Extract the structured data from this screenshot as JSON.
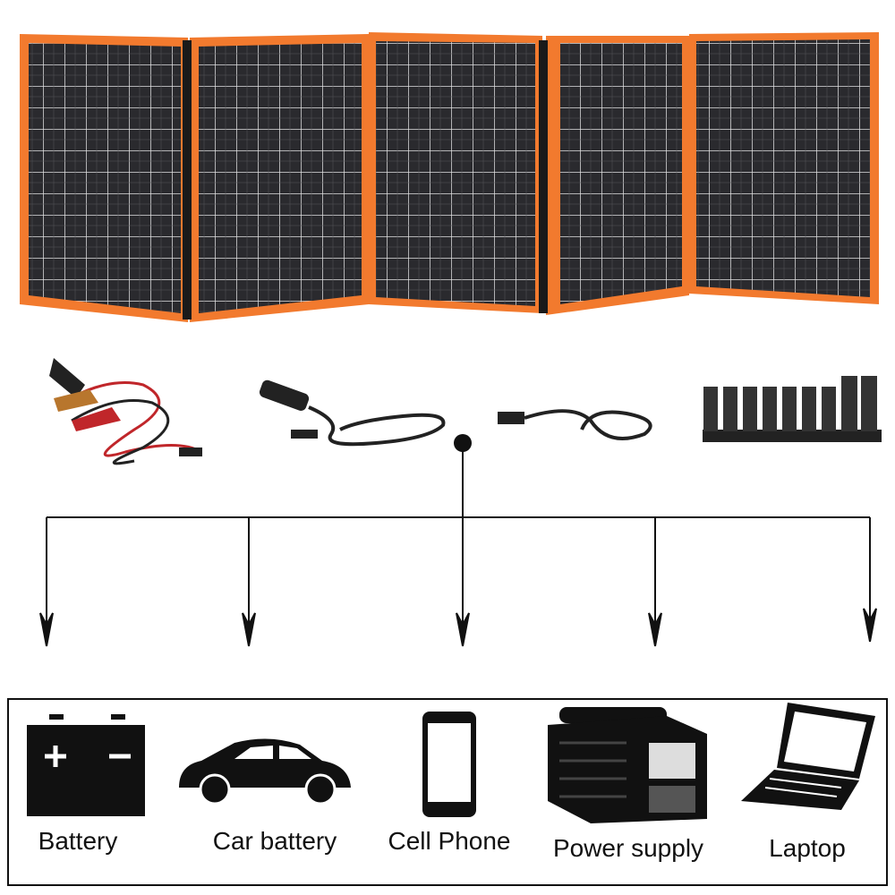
{
  "colors": {
    "frame": "#f27a2e",
    "cell": "#2a2a2e",
    "grid": "#e8e8e8",
    "line": "#111111"
  },
  "devices": [
    {
      "label": "Battery",
      "icon": "battery-icon"
    },
    {
      "label": "Car battery",
      "icon": "car-icon"
    },
    {
      "label": "Cell Phone",
      "icon": "phone-icon"
    },
    {
      "label": "Power supply",
      "icon": "power-station-icon"
    },
    {
      "label": "Laptop",
      "icon": "laptop-icon"
    }
  ],
  "accessories": [
    "alligator-clip-cable-icon",
    "car-charger-cable-icon",
    "usb-cable-icon",
    "dc-connector-tips-icon"
  ]
}
